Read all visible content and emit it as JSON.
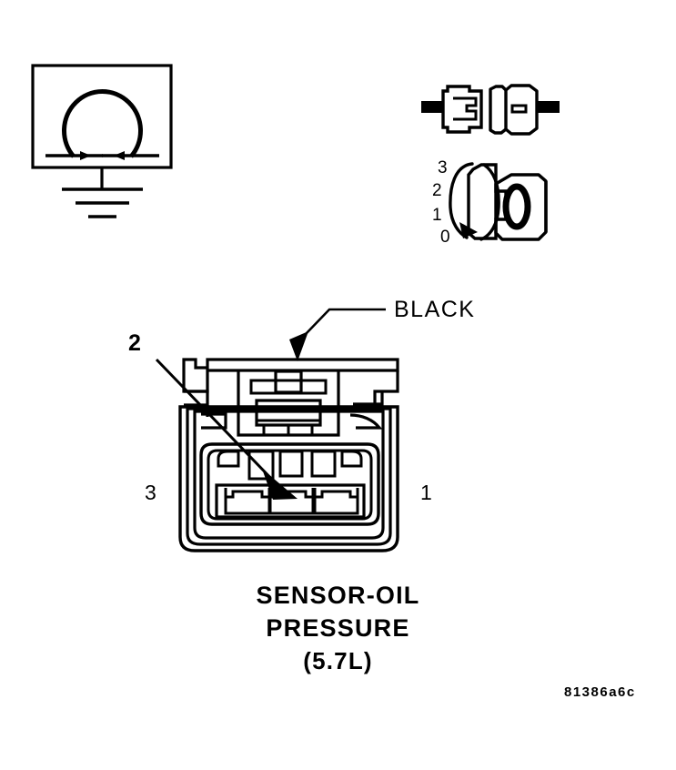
{
  "figure": {
    "caption_line1": "SENSOR-OIL",
    "caption_line2": "PRESSURE",
    "caption_line3": "(5.7L)",
    "figure_code": "81386a6c",
    "stroke_color": "#000000",
    "background_color": "#ffffff"
  },
  "labels": {
    "wire_color": "BLACK",
    "callout_number": "2",
    "connector_pin_left": "3",
    "connector_pin_right": "1"
  },
  "sensor_icon": {
    "pin_scale": [
      "3",
      "2",
      "1",
      "0"
    ]
  },
  "symbols": {
    "ground_symbol_name": "ground-omega-symbol",
    "inline_connector_name": "inline-connector-pair",
    "sensor_body_name": "oil-pressure-sensor-body",
    "main_connector_name": "three-cavity-connector-face"
  }
}
